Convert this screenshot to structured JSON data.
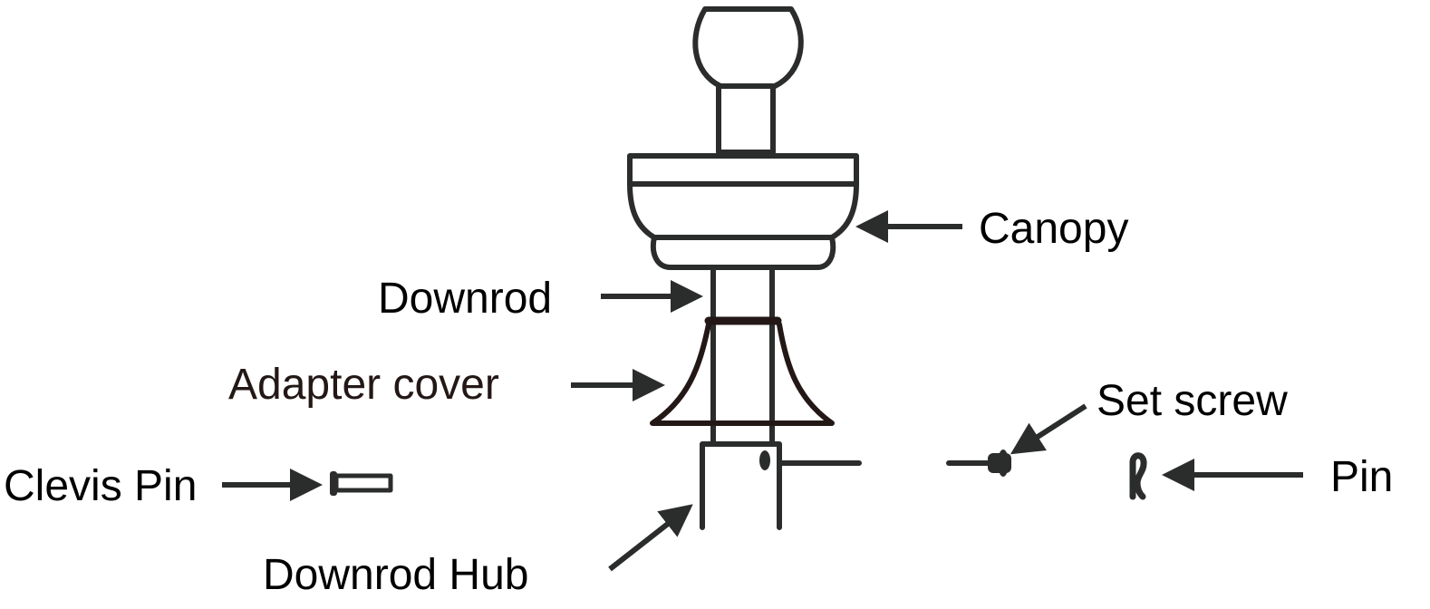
{
  "title": "Ceiling fan downrod assembly",
  "labels": {
    "canopy": "Canopy",
    "downrod": "Downrod",
    "adapter_cover": "Adapter cover",
    "set_screw": "Set screw",
    "clevis_pin": "Clevis Pin",
    "pin": "Pin",
    "downrod_hub": "Downrod Hub"
  },
  "colors": {
    "line": "#2b2d2c",
    "adapter": "#231816"
  }
}
